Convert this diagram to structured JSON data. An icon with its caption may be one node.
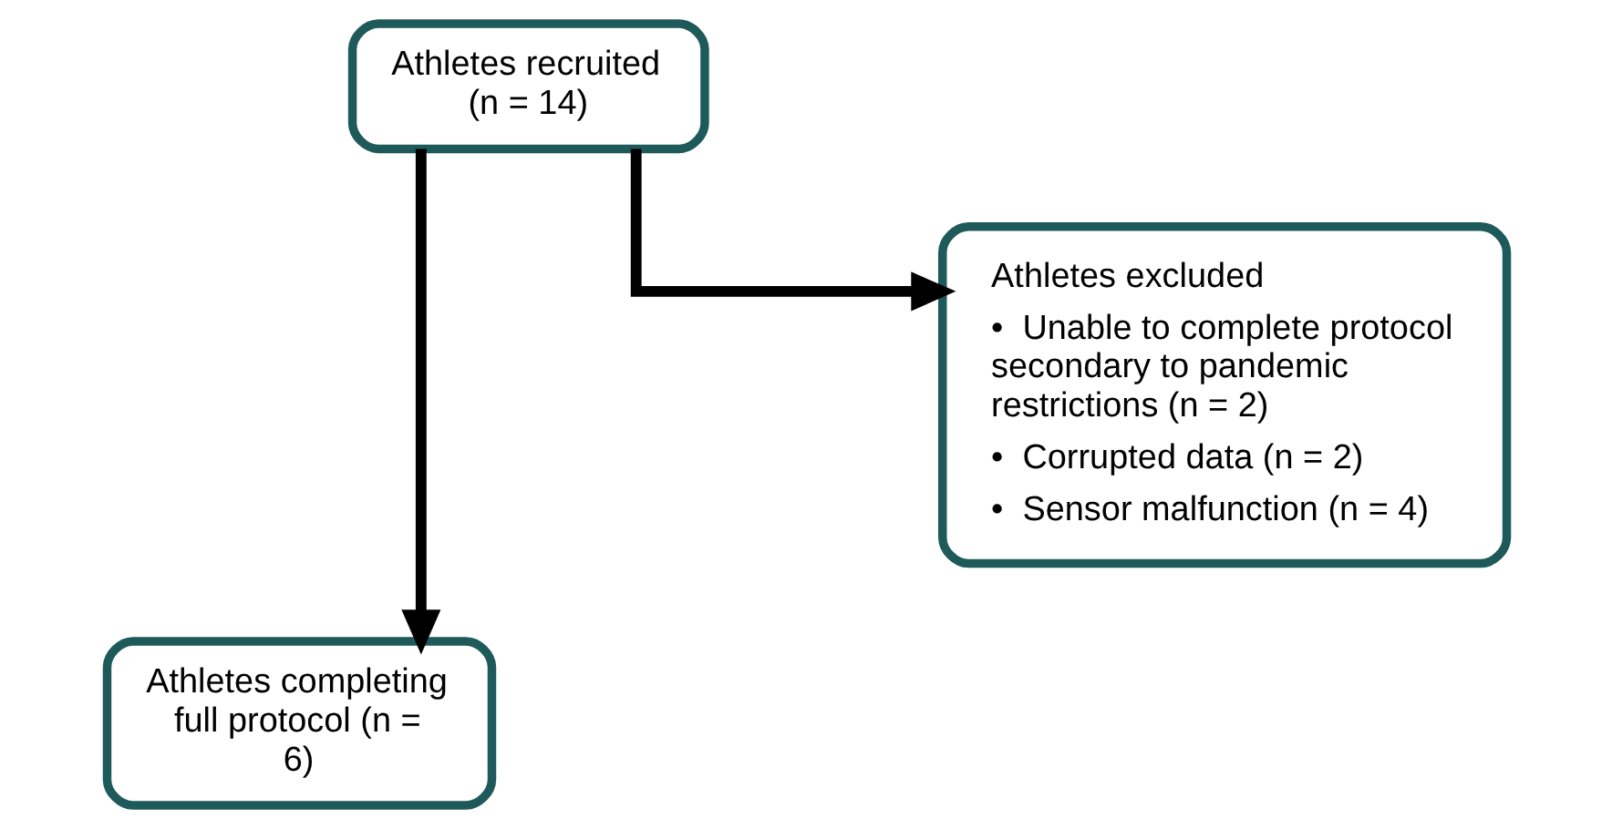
{
  "diagram": {
    "nodes": [
      {
        "text": [
          "Athletes recruited (n = 14)"
        ]
      },
      {
        "text": [
          "Athletes excluded",
          "•  Unable to complete protocol secondary to pandemic restrictions (n = 2)",
          "•  Corrupted data (n = 2)",
          "•  Sensor malfunction (n = 4)"
        ]
      },
      {
        "text": [
          "Athletes completing full protocol (n = 6)"
        ]
      }
    ],
    "edges": [
      {
        "from": 0,
        "to": 1,
        "arrow": "to"
      },
      {
        "from": 0,
        "to": 2,
        "arrow": "to"
      }
    ]
  }
}
